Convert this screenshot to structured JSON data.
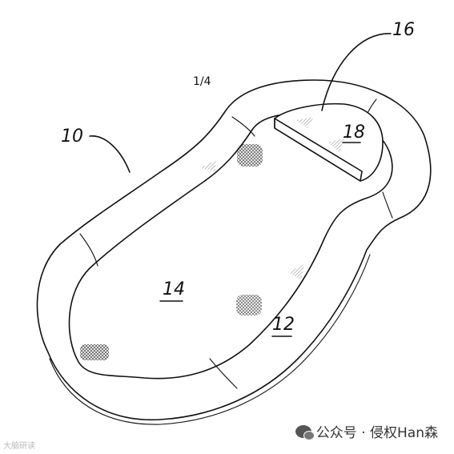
{
  "figure": {
    "sheet_number": "1/4",
    "reference_numerals": {
      "device": "10",
      "base": "12",
      "sleeping_surface": "14",
      "head_support": "16",
      "head_pad": "18"
    }
  },
  "watermark": {
    "text": "公众号 · 侵权Han森",
    "icon": "wechat-icon"
  },
  "corner_mark": {
    "text": "大脑研读"
  }
}
